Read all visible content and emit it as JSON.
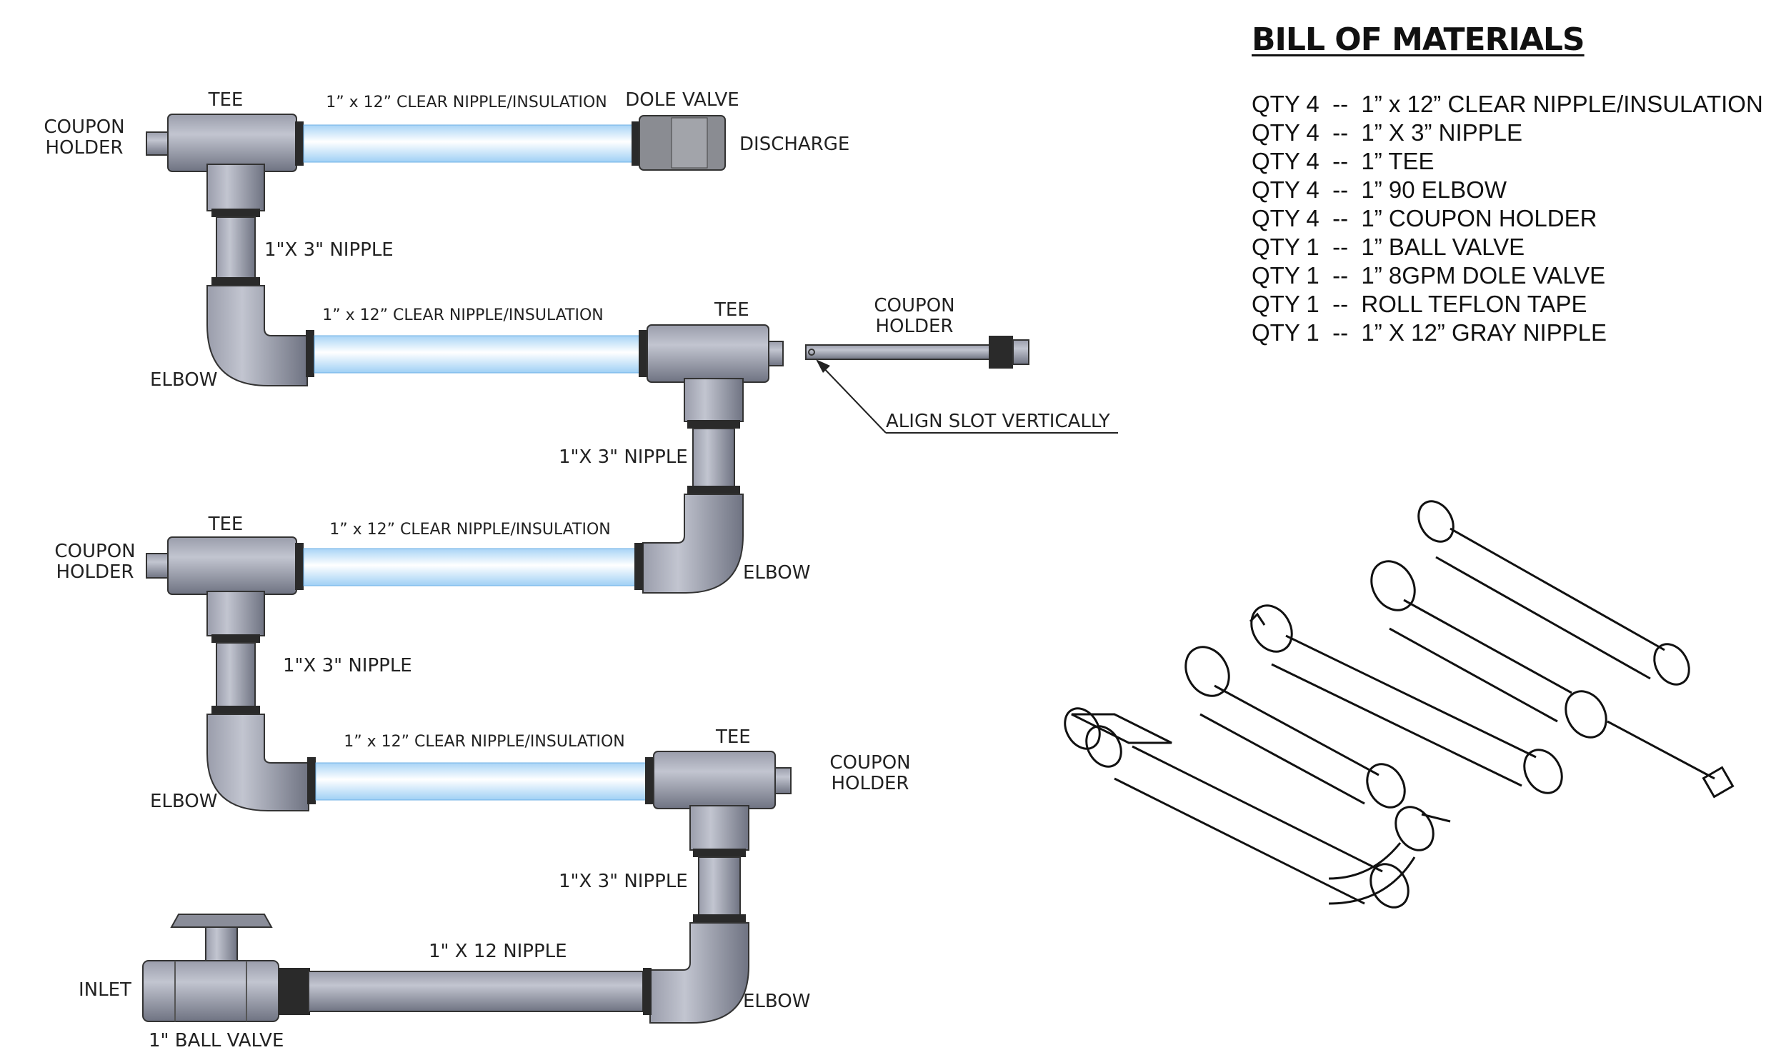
{
  "bom": {
    "title": "BILL OF MATERIALS",
    "items": [
      "QTY 4  --  1” x 12” CLEAR NIPPLE/INSULATION",
      "QTY 4  --  1” X 3” NIPPLE",
      "QTY 4  --  1” TEE",
      "QTY 4  --  1” 90 ELBOW",
      "QTY 4  --  1” COUPON HOLDER",
      "QTY 1  --  1” BALL VALVE",
      "QTY 1  --  1” 8GPM DOLE VALVE",
      "QTY 1  --  ROLL TEFLON TAPE",
      "QTY 1  --  1” X 12” GRAY NIPPLE"
    ]
  },
  "labels": {
    "tee": "TEE",
    "elbow": "ELBOW",
    "coupon_holder_1": "COUPON",
    "coupon_holder_2": "HOLDER",
    "clear_nipple": "1” x 12” CLEAR NIPPLE/INSULATION",
    "short_nipple": "1\"X 3\" NIPPLE",
    "dole_valve": "DOLE VALVE",
    "discharge": "DISCHARGE",
    "align_slot": "ALIGN SLOT VERTICALLY",
    "gray_nipple": "1\" X 12 NIPPLE",
    "inlet": "INLET",
    "ball_valve": "1\" BALL VALVE"
  },
  "colors": {
    "pipe_gray": "#8b8f9e",
    "pipe_gray_light": "#b4b7c4",
    "clear_pipe": "#cfe9ff",
    "teflon": "#2a2a2a",
    "line": "#222222"
  }
}
